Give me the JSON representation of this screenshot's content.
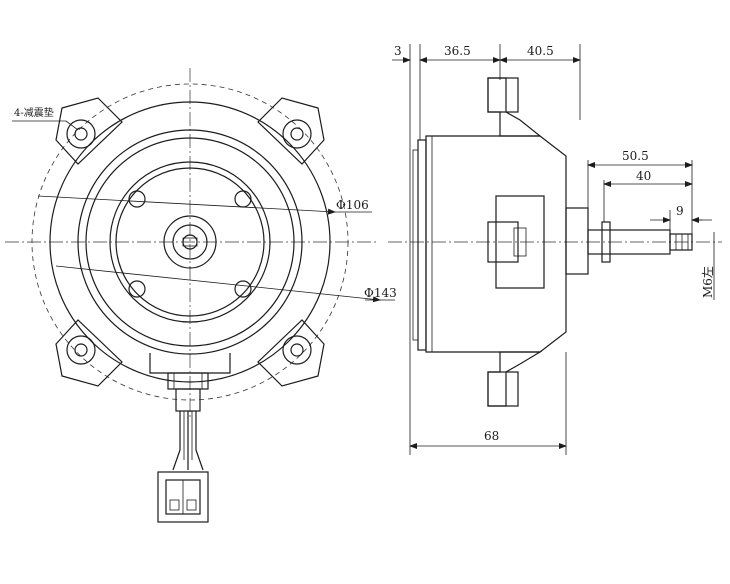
{
  "front_view": {
    "mount_note": "4-减震垫",
    "dia_inner": "Φ106",
    "dia_outer": "Φ143"
  },
  "side_view": {
    "dim_flange": "3",
    "dim_front": "36.5",
    "dim_rear": "40.5",
    "dim_shaft_total": "50.5",
    "dim_shaft_mid": "40",
    "dim_shaft_tip": "9",
    "thread": "M6左",
    "dim_body": "68"
  }
}
